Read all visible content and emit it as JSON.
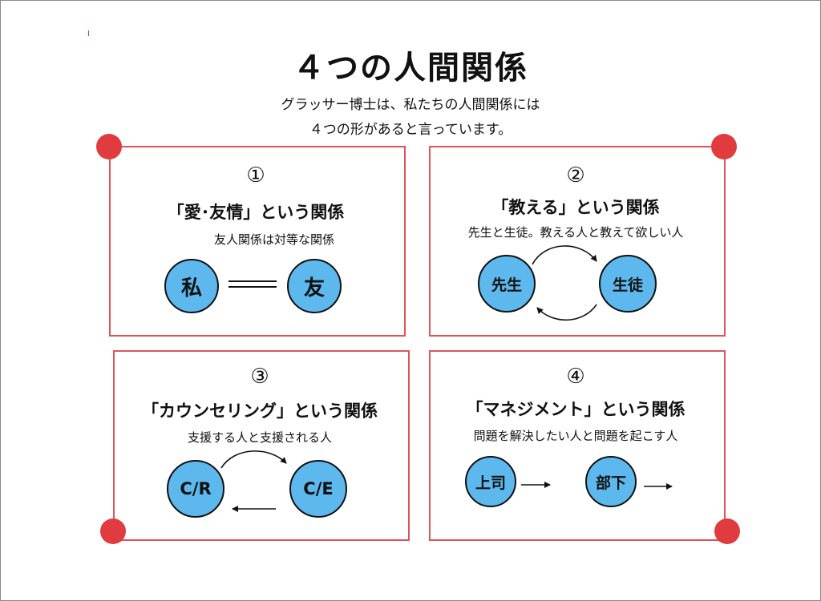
{
  "title": "４つの人間関係",
  "subtitle_line1": "グラッサー博士は、私たちの人間関係には",
  "subtitle_line2": "４つの形があると言っています。",
  "panels": [
    {
      "number": "①",
      "heading": "「愛･友情」という関係",
      "description": "友人関係は対等な関係",
      "left_node": "私",
      "right_node": "友"
    },
    {
      "number": "②",
      "heading": "「教える」という関係",
      "description": "先生と生徒。教える人と教えて欲しい人",
      "left_node": "先生",
      "right_node": "生徒"
    },
    {
      "number": "③",
      "heading": "「カウンセリング」という関係",
      "description": "支援する人と支援される人",
      "left_node": "C/R",
      "right_node": "C/E"
    },
    {
      "number": "④",
      "heading": "「マネジメント」という関係",
      "description": "問題を解決したい人と問題を起こす人",
      "left_node": "上司",
      "right_node": "部下"
    }
  ],
  "colors": {
    "box_border": "#dc5559",
    "corner_dot": "#e03b3f",
    "node_fill": "#5db8ee"
  }
}
